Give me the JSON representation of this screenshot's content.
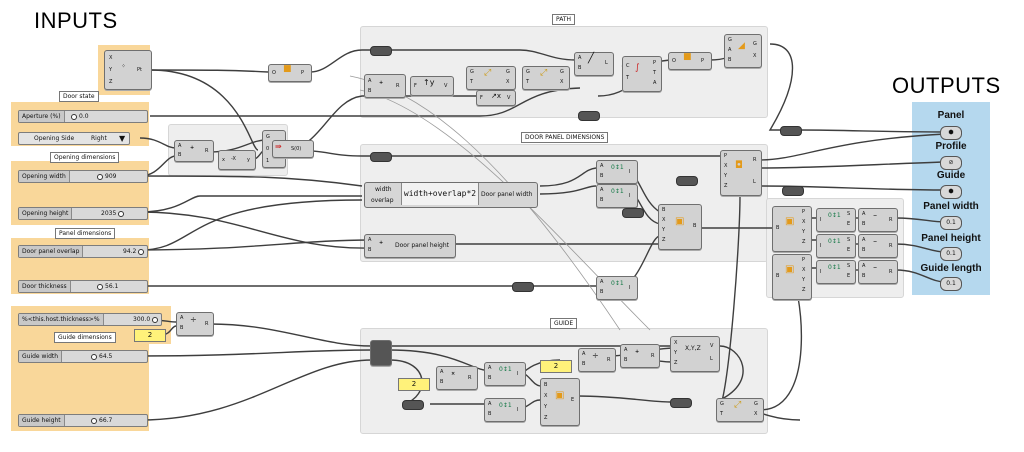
{
  "headings": {
    "inputs": "INPUTS",
    "outputs": "OUTPUTS"
  },
  "groups": {
    "path": "PATH",
    "door_panel_dimensions": "DOOR PANEL DIMENSIONS",
    "guide": "GUIDE"
  },
  "input_group_labels": {
    "door_state": "Door state",
    "opening_dimensions": "Opening dimensions",
    "panel_dimensions": "Panel dimensions",
    "guide_dimensions": "Guide dimensions"
  },
  "inputs": {
    "aperture": {
      "name": "Aperture (%)",
      "value": "0.0"
    },
    "opening_side": {
      "name": "Opening Side",
      "value": "Right"
    },
    "opening_width": {
      "name": "Opening width",
      "value": "909"
    },
    "opening_height": {
      "name": "Opening height",
      "value": "2035"
    },
    "door_panel_overlap": {
      "name": "Door panel overlap",
      "value": "94.2"
    },
    "door_thickness": {
      "name": "Door thickness",
      "value": "56.1"
    },
    "host_thickness": {
      "name": "%<this.host.thickness>%",
      "value": "300.0"
    },
    "guide_width": {
      "name": "Guide width",
      "value": "64.5"
    },
    "guide_height": {
      "name": "Guide height",
      "value": "66.7"
    }
  },
  "constants": {
    "c_two_a": "2",
    "c_two_b": "2",
    "c_two_c": "2"
  },
  "expression": {
    "inputs": [
      "width",
      "overlap"
    ],
    "formula": "width+overlap*2",
    "output": "Door panel width"
  },
  "panel_height_comp": {
    "output": "Door panel height"
  },
  "outputs": [
    {
      "label": "Panel"
    },
    {
      "label": "Profile"
    },
    {
      "label": "Guide"
    },
    {
      "label": "Panel width"
    },
    {
      "label": "Panel height"
    },
    {
      "label": "Guide length"
    }
  ],
  "port_text": {
    "pt_inputs": "X Y Z",
    "pt_output": "Pt",
    "xyz": "X,Y,Z",
    "a": "A",
    "b": "B",
    "r": "R",
    "g": "G",
    "p": "P",
    "o": "O",
    "t": "T",
    "l": "L",
    "x": "X",
    "y": "Y",
    "z": "Z",
    "i": "I",
    "s": "S",
    "e": "E",
    "v": "V",
    "c": "C",
    "f": "F",
    "s0": "S(0)",
    "zero": "0",
    "one": "1",
    "x_var": "x",
    "y_var": "y",
    "neg": "-X"
  },
  "colors": {
    "input_panel": "#f9d79a",
    "output_panel": "#b5d8ee",
    "group_bg": "#eeeeee",
    "wire": "#3e3e3e",
    "yellow_param": "#fff27a"
  }
}
